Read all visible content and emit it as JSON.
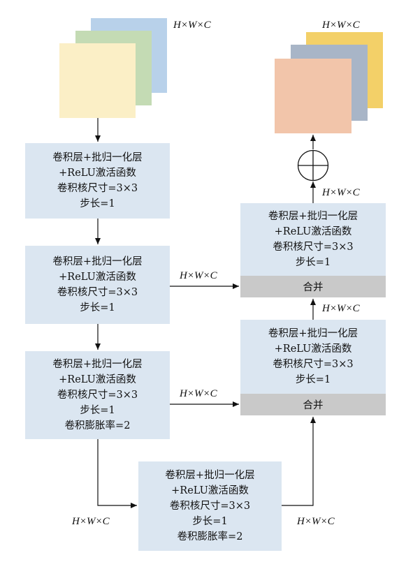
{
  "dims": {
    "input_top": "H×W×C",
    "output_top": "H×W×C",
    "sum_to_output": "H×W×C",
    "skip_from_block2": "H×W×C",
    "block_r2_to_r1": "H×W×C",
    "skip_from_block3": "H×W×C",
    "block3_to_block4": "H×W×C",
    "block4_to_r2": "H×W×C"
  },
  "blocks": {
    "b1": [
      "卷积层+批归一化层",
      "+ReLU激活函数",
      "卷积核尺寸=3×3",
      "步长=1"
    ],
    "b2": [
      "卷积层+批归一化层",
      "+ReLU激活函数",
      "卷积核尺寸=3×3",
      "步长=1"
    ],
    "b3": [
      "卷积层+批归一化层",
      "+ReLU激活函数",
      "卷积核尺寸=3×3",
      "步长=1",
      "卷积膨胀率=2"
    ],
    "b4": [
      "卷积层+批归一化层",
      "+ReLU激活函数",
      "卷积核尺寸=3×3",
      "步长=1",
      "卷积膨胀率=2"
    ],
    "r1": [
      "卷积层+批归一化层",
      "+ReLU激活函数",
      "卷积核尺寸=3×3",
      "步长=1"
    ],
    "r2": [
      "卷积层+批归一化层",
      "+ReLU激活函数",
      "卷积核尺寸=3×3",
      "步长=1"
    ]
  },
  "merge_label": "合并",
  "colors": {
    "block": "#dbe6f1",
    "merge": "#c9c9c9",
    "input_sheets": [
      "#b8d1ea",
      "#c4dbb4",
      "#fbefc6"
    ],
    "output_sheets": [
      "#f3d068",
      "#a8b5c7",
      "#f2c5aa"
    ]
  }
}
